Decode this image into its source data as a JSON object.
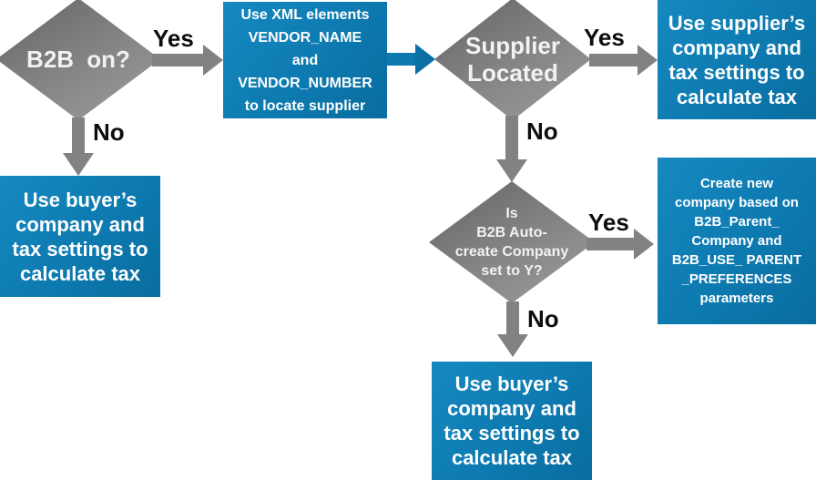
{
  "nodes": {
    "b2b_on": {
      "type": "decision",
      "label": "B2B on?"
    },
    "locate_supplier": {
      "type": "process",
      "label": "Use XML elements\nVENDOR_NAME\nand\nVENDOR_NUMBER\nto locate supplier"
    },
    "supplier_located": {
      "type": "decision",
      "label": "Supplier\nLocated"
    },
    "use_supplier_settings": {
      "type": "process",
      "label": "Use supplier’s\ncompany and\ntax settings to\ncalculate tax"
    },
    "use_buyer_settings_left": {
      "type": "process",
      "label": "Use buyer’s\ncompany and\ntax settings to\ncalculate tax"
    },
    "autocreate_company": {
      "type": "decision",
      "label": "Is\nB2B Auto-\ncreate Company\nset to Y?"
    },
    "create_company": {
      "type": "process",
      "label": "Create new\ncompany based on\nB2B_Parent_\nCompany and\nB2B_USE_ PARENT\n_PREFERENCES\nparameters"
    },
    "use_buyer_settings_bottom": {
      "type": "process",
      "label": "Use buyer’s\ncompany and\ntax settings to\ncalculate tax"
    }
  },
  "edge_labels": {
    "yes1": "Yes",
    "no1": "No",
    "yes2": "Yes",
    "no2": "No",
    "yes3": "Yes",
    "no3": "No"
  },
  "colors": {
    "process_blue": "#0d7ab0",
    "decision_gray": "#838383",
    "arrow_gray": "#828282",
    "arrow_blue": "#0d79b0",
    "edge_label_black": "#0d0d0d"
  }
}
